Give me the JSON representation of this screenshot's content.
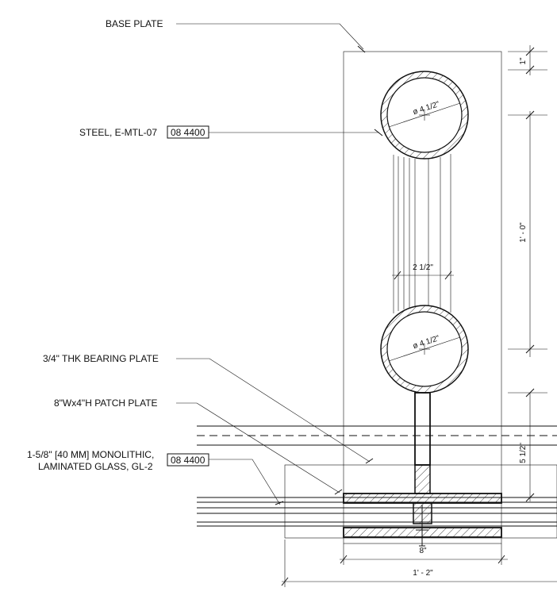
{
  "labels": {
    "base_plate": "BASE PLATE",
    "steel": "STEEL, E-MTL-07",
    "steel_tag": "08 4400",
    "bearing_plate": "3/4\" THK BEARING PLATE",
    "patch_plate": "8\"Wx4\"H PATCH PLATE",
    "glass_line1": "1-5/8\" [40 MM] MONOLITHIC,",
    "glass_line2": "LAMINATED GLASS, GL-2",
    "glass_tag": "08 4400"
  },
  "dimensions": {
    "top_edge": "1\"",
    "tube_upper_dia": "ø 4 1/2\"",
    "tube_lower_dia": "ø 4 1/2\"",
    "spacing": "1' - 0\"",
    "gap_width": "2 1/2\"",
    "stem_height": "5 1/2\"",
    "patch_width": "8\"",
    "overall_width": "1' - 2\""
  }
}
